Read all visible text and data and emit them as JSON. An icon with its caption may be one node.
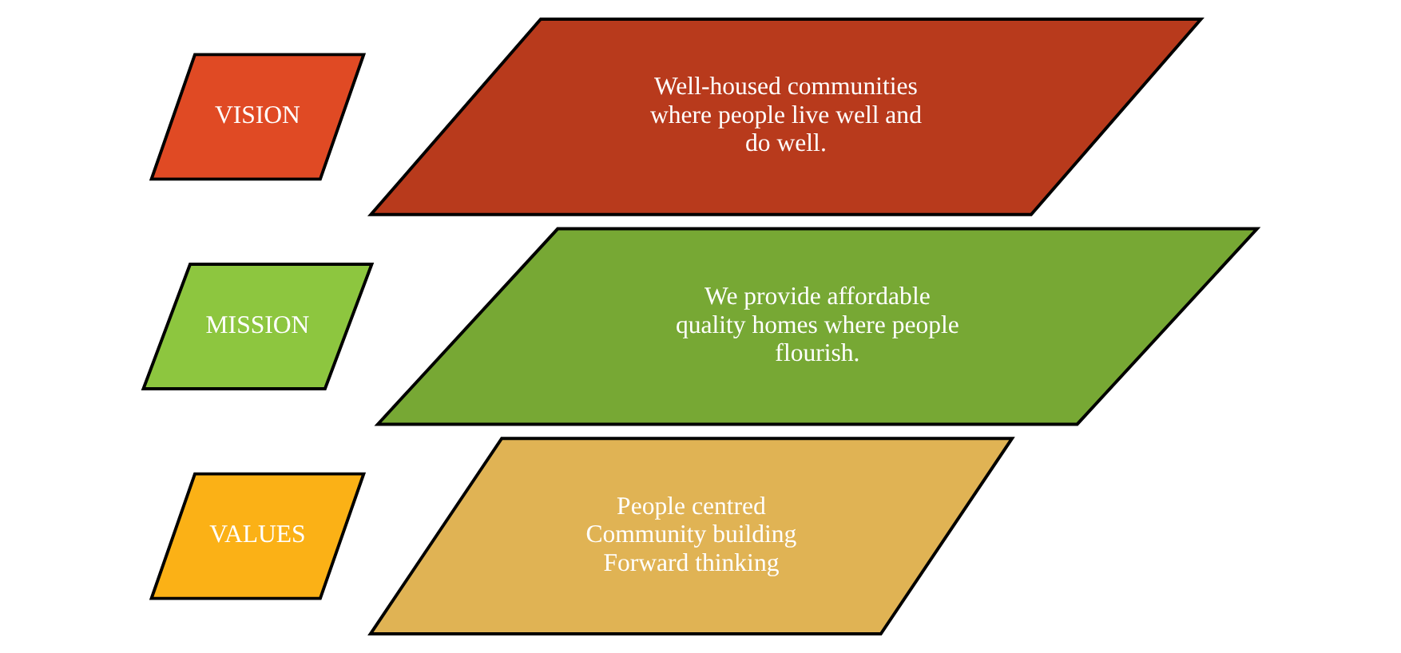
{
  "diagram": {
    "nodes": [
      {
        "text": [
          "VISION"
        ]
      },
      {
        "text": [
          "Well-housed communities where people live well and do well."
        ]
      },
      {
        "text": [
          "MISSION"
        ]
      },
      {
        "text": [
          "We provide affordable quality homes where people flourish."
        ]
      },
      {
        "text": [
          "VALUES"
        ]
      },
      {
        "text": [
          "People centred",
          "Community building",
          "Forward thinking"
        ]
      }
    ]
  }
}
